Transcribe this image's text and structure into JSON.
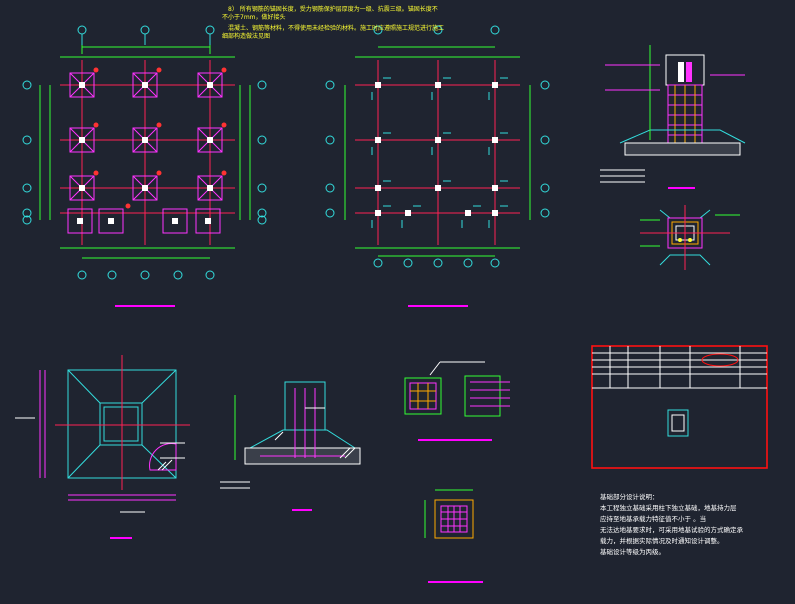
{
  "notes": {
    "line1": "8）  所有钢筋的锚固长度，受力钢筋保护层厚度为一级、抗震三级。锚固长度不",
    "line2": "不小于7mm，做好接头",
    "line3": "   混凝土、钢筋等材料，不得使用未经检验的材料。施工时应遵照施工规范进行施工",
    "line4": "细部构造做法见图"
  },
  "description": {
    "title": "基础部分设计说明：",
    "para1": "    本工程独立基础采用柱下独立基础，地基持力层",
    "para2": "应持至地基承载力特征值不小于                    。当",
    "para3": "无法达地基要求时，可采用地基试验的方式确定承",
    "para4": "载力，并根据实际情况及时通知设计调整。",
    "para5": "    基础设计等级为丙级。"
  },
  "colors": {
    "background": "#1f2430",
    "axis_grid": "#ff2255",
    "dimension": "#33ff33",
    "axis_bubble": "#33dddd",
    "column": "#ff33ff",
    "leader": "#ffffff",
    "title_line": "#ff00ff",
    "frame": "#ff1111",
    "note_text": "#ffff33"
  }
}
